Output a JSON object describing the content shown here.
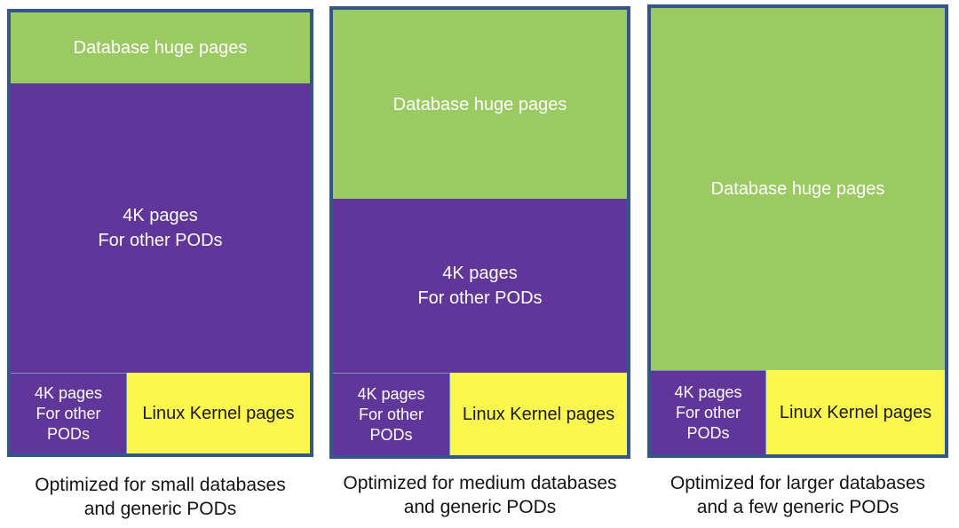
{
  "colors": {
    "green": "#9BCA63",
    "purple": "#60369B",
    "yellow": "#FBF74E",
    "border": "#35568B",
    "thin-outline": "#7D92B5",
    "caption-text": "#141414"
  },
  "panels": [
    {
      "id": "small",
      "regions": {
        "huge_pages": "Database huge pages",
        "pods_main": [
          "4K pages",
          "For other PODs"
        ],
        "pods_small": [
          "4K pages",
          "For other",
          "PODs"
        ],
        "kernel": "Linux Kernel pages"
      },
      "caption": [
        "Optimized for small databases",
        "and generic PODs"
      ]
    },
    {
      "id": "medium",
      "regions": {
        "huge_pages": "Database huge pages",
        "pods_main": [
          "4K pages",
          "For other PODs"
        ],
        "pods_small": [
          "4K pages",
          "For other",
          "PODs"
        ],
        "kernel": "Linux Kernel pages"
      },
      "caption": [
        "Optimized for medium databases",
        "and generic PODs"
      ]
    },
    {
      "id": "larger",
      "regions": {
        "huge_pages": "Database huge pages",
        "pods_small": [
          "4K pages",
          "For other",
          "PODs"
        ],
        "kernel": "Linux Kernel pages"
      },
      "caption": [
        "Optimized for larger databases",
        "and a few generic PODs"
      ]
    }
  ]
}
